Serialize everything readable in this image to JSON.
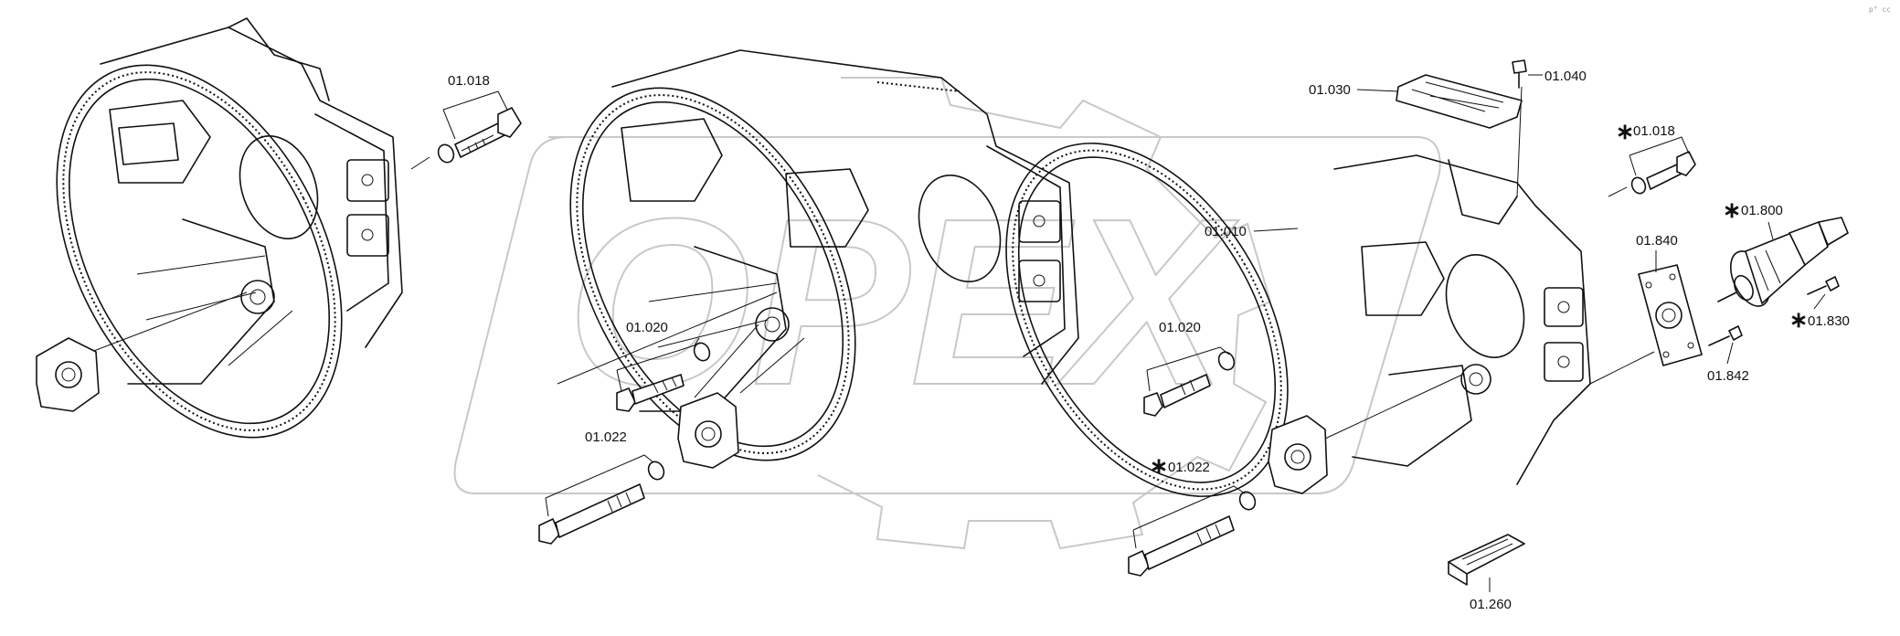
{
  "corner_mark": "p° cc",
  "watermark": {
    "text": "OPEX",
    "color": "#c8c8c8"
  },
  "labels": {
    "l_01_018_a": "01.018",
    "l_01_020_a": "01.020",
    "l_01_022_a": "01.022",
    "l_01_030": "01.030",
    "l_01_040": "01.040",
    "l_01_010": "01.010",
    "l_01_020_b": "01.020",
    "l_01_022_b": "01.022",
    "l_01_018_b": "01.018",
    "l_01_800": "01.800",
    "l_01_840": "01.840",
    "l_01_830": "01.830",
    "l_01_842": "01.842",
    "l_01_260": "01.260"
  },
  "asterisk": "∗",
  "marked_parts": [
    "01.018",
    "01.800",
    "01.830",
    "01.022"
  ]
}
